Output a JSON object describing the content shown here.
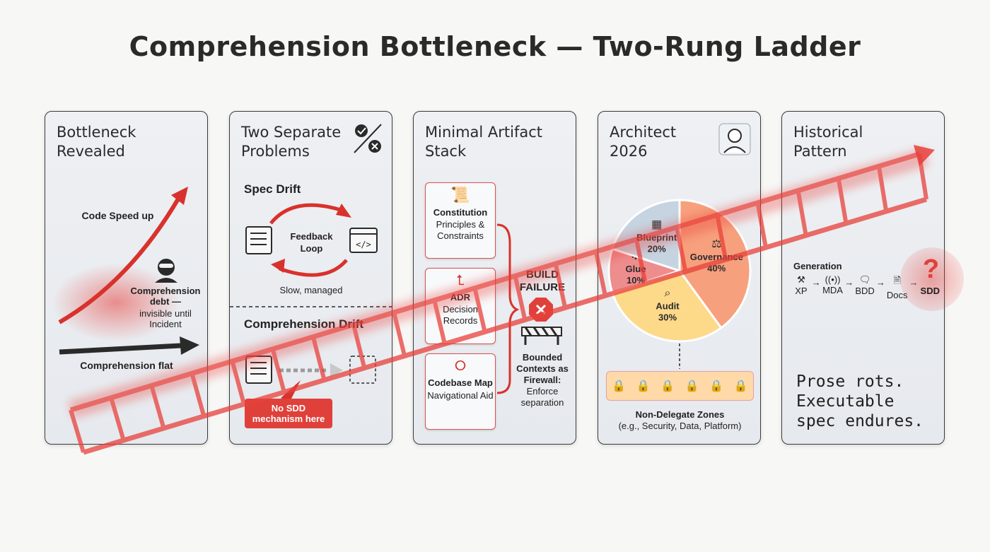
{
  "title": "Comprehension Bottleneck — Two-Rung Ladder",
  "colors": {
    "accent": "#e0403a",
    "dark": "#2a2a2a",
    "panel_bg": "#e9ebef",
    "pie_orange": "#f7a07d",
    "pie_yellow": "#fdd98a",
    "pie_blue": "#c6d3e0",
    "pie_pink": "#ee8d8d"
  },
  "panels": {
    "bottleneck": {
      "title": "Bottleneck Revealed",
      "code_speed": "Code Speed up",
      "debt_title": "Comprehension debt —",
      "debt_desc": "invisible until Incident",
      "flat": "Comprehension flat",
      "icon": "hacker-icon"
    },
    "problems": {
      "title": "Two Separate Problems",
      "icon": "check-cross-icon",
      "spec_drift": "Spec Drift",
      "loop": "Feedback Loop",
      "slow": "Slow, managed",
      "comp_drift": "Comprehension Drift",
      "no_sdd": "No SDD mechanism here"
    },
    "stack": {
      "title": "Minimal Artifact Stack",
      "cards": [
        {
          "name": "Constitution",
          "desc": "Principles & Constraints",
          "icon": "document-seal-icon"
        },
        {
          "name": "ADR",
          "desc": "Decision Records",
          "icon": "hierarchy-icon"
        },
        {
          "name": "Codebase Map",
          "desc": "Navigational Aid",
          "icon": "graph-nodes-icon"
        }
      ],
      "build_failure": "BUILD FAILURE",
      "bounded_title": "Bounded Contexts as Firewall:",
      "bounded_desc": "Enforce separation"
    },
    "architect": {
      "title": "Architect 2026",
      "icon": "architect-avatar-icon",
      "slices": [
        {
          "label": "Governance",
          "value": 40,
          "display": "40%",
          "color": "#f7a07d",
          "icon": "gavel-icon"
        },
        {
          "label": "Audit",
          "value": 30,
          "display": "30%",
          "color": "#fdd98a",
          "icon": "magnifier-icon"
        },
        {
          "label": "Glue",
          "value": 10,
          "display": "10%",
          "color": "#ee8d8d",
          "icon": "puzzle-icon"
        },
        {
          "label": "Blueprint",
          "value": 20,
          "display": "20%",
          "color": "#c6d3e0",
          "icon": "blueprint-icon"
        }
      ],
      "zones_title": "Non-Delegate Zones",
      "zones_desc": "(e.g., Security, Data, Platform)"
    },
    "history": {
      "title": "Historical Pattern",
      "generation": "Generation",
      "items": [
        {
          "label": "XP",
          "icon": "tools-icon"
        },
        {
          "label": "MDA",
          "icon": "radio-waves-icon"
        },
        {
          "label": "BDD",
          "icon": "speech-bubbles-icon"
        },
        {
          "label": "Docs",
          "icon": "docs-icon"
        },
        {
          "label": "SDD",
          "icon": "question-mark-icon"
        }
      ],
      "question": "?",
      "quote_line1": "Prose rots.",
      "quote_line2": "Executable",
      "quote_line3": "spec endures."
    }
  }
}
